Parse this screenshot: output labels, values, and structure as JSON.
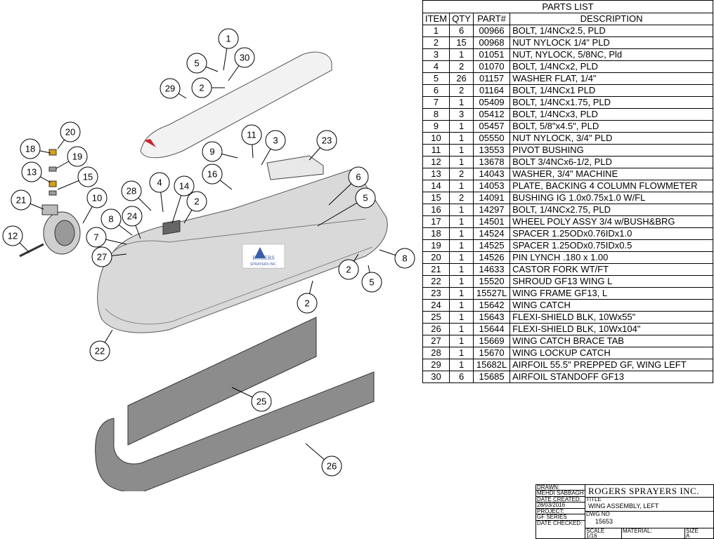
{
  "parts_list": {
    "title": "PARTS LIST",
    "headers": [
      "ITEM",
      "QTY",
      "PART#",
      "DESCRIPTION"
    ],
    "rows": [
      [
        "1",
        "6",
        "00966",
        "BOLT, 1/4NCx2.5, PLD"
      ],
      [
        "2",
        "15",
        "00968",
        "NUT NYLOCK 1/4\" PLD"
      ],
      [
        "3",
        "1",
        "01051",
        "NUT, NYLOCK, 5/8NC, Pld"
      ],
      [
        "4",
        "2",
        "01070",
        "BOLT, 1/4NCx2, PLD"
      ],
      [
        "5",
        "26",
        "01157",
        "WASHER FLAT, 1/4\""
      ],
      [
        "6",
        "2",
        "01164",
        "BOLT, 1/4NCx1 PLD"
      ],
      [
        "7",
        "1",
        "05409",
        "BOLT, 1/4NCx1.75, PLD"
      ],
      [
        "8",
        "3",
        "05412",
        "BOLT, 1/4NCx3, PLD"
      ],
      [
        "9",
        "1",
        "05457",
        "BOLT, 5/8\"x4.5\", PLD"
      ],
      [
        "10",
        "1",
        "05550",
        "NUT NYLOCK, 3/4\" PLD"
      ],
      [
        "11",
        "1",
        "13553",
        "PIVOT BUSHING"
      ],
      [
        "12",
        "1",
        "13678",
        "BOLT 3/4NCx6-1/2, PLD"
      ],
      [
        "13",
        "2",
        "14043",
        "WASHER, 3/4\" MACHINE"
      ],
      [
        "14",
        "1",
        "14053",
        "PLATE, BACKING 4 COLUMN FLOWMETER"
      ],
      [
        "15",
        "2",
        "14091",
        "BUSHING IG 1.0x0.75x1.0 W/FL"
      ],
      [
        "16",
        "1",
        "14297",
        "BOLT, 1/4NCx2.75, PLD"
      ],
      [
        "17",
        "1",
        "14501",
        "WHEEL POLY ASSY 3/4 w/BUSH&BRG"
      ],
      [
        "18",
        "1",
        "14524",
        "SPACER 1.25ODx0.76IDx1.0"
      ],
      [
        "19",
        "1",
        "14525",
        "SPACER 1.25ODx0.75IDx0.5"
      ],
      [
        "20",
        "1",
        "14526",
        "PIN LYNCH .180 x 1.00"
      ],
      [
        "21",
        "1",
        "14633",
        "CASTOR FORK WT/FT"
      ],
      [
        "22",
        "1",
        "15520",
        "SHROUD GF13 WING L"
      ],
      [
        "23",
        "1",
        "15527L",
        "WING FRAME GF13, L"
      ],
      [
        "24",
        "1",
        "15642",
        "WING CATCH"
      ],
      [
        "25",
        "1",
        "15643",
        "FLEXI-SHIELD BLK, 10Wx55\""
      ],
      [
        "26",
        "1",
        "15644",
        "FLEXI-SHIELD BLK, 10Wx104\""
      ],
      [
        "27",
        "1",
        "15669",
        "WING CATCH BRACE TAB"
      ],
      [
        "28",
        "1",
        "15670",
        "WING LOCKUP CATCH"
      ],
      [
        "29",
        "1",
        "15682L",
        "AIRFOIL 55.5\" PREPPED GF, WING LEFT"
      ],
      [
        "30",
        "6",
        "15685",
        "AIRFOIL STANDOFF GF13"
      ]
    ]
  },
  "balloons": [
    "1",
    "5",
    "30",
    "29",
    "2",
    "20",
    "11",
    "9",
    "3",
    "23",
    "18",
    "19",
    "13",
    "15",
    "16",
    "6",
    "21",
    "10",
    "28",
    "4",
    "14",
    "2",
    "5",
    "12",
    "8",
    "24",
    "7",
    "27",
    "2",
    "8",
    "5",
    "2",
    "22",
    "25",
    "26"
  ],
  "logo": {
    "brand": "ROGERS",
    "tagline": "SPRAYERS INC."
  },
  "title_block": {
    "drawn_label": "DRAWN:",
    "drawn_by": "MEHDI SABBAGH",
    "date_created_label": "DATE CREATED:",
    "date_created": "28/03/2016",
    "project_label": "PROJECT:",
    "project": "GF SERIES",
    "date_checked_label": "DATE CHECKED:",
    "company": "ROGERS SPRAYERS INC.",
    "title_label": "TITLE",
    "title": "WING ASSEMBLY, LEFT",
    "dwg_label": "DWG NO",
    "dwg_no": "15653",
    "scale_label": "SCALE",
    "scale": "1/16",
    "material_label": "MATERIAL:",
    "size_label": "SIZE",
    "size": "A"
  },
  "colors": {
    "line": "#000000",
    "shroud": "#d9d9d9",
    "shield": "#8c8c8c",
    "airfoil": "#f2f2f2",
    "logo_blue": "#3a5fa8",
    "logo_red": "#c8242b"
  }
}
